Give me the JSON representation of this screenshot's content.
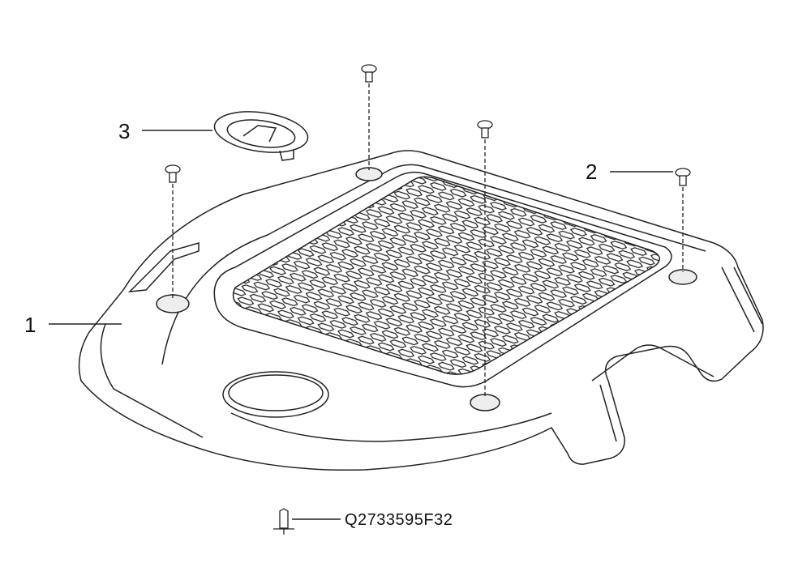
{
  "callouts": [
    {
      "number": "1",
      "part": "cover"
    },
    {
      "number": "2",
      "part": "screw"
    },
    {
      "number": "3",
      "part": "cap"
    }
  ],
  "footer": {
    "part_number": "Q2733595F32"
  }
}
